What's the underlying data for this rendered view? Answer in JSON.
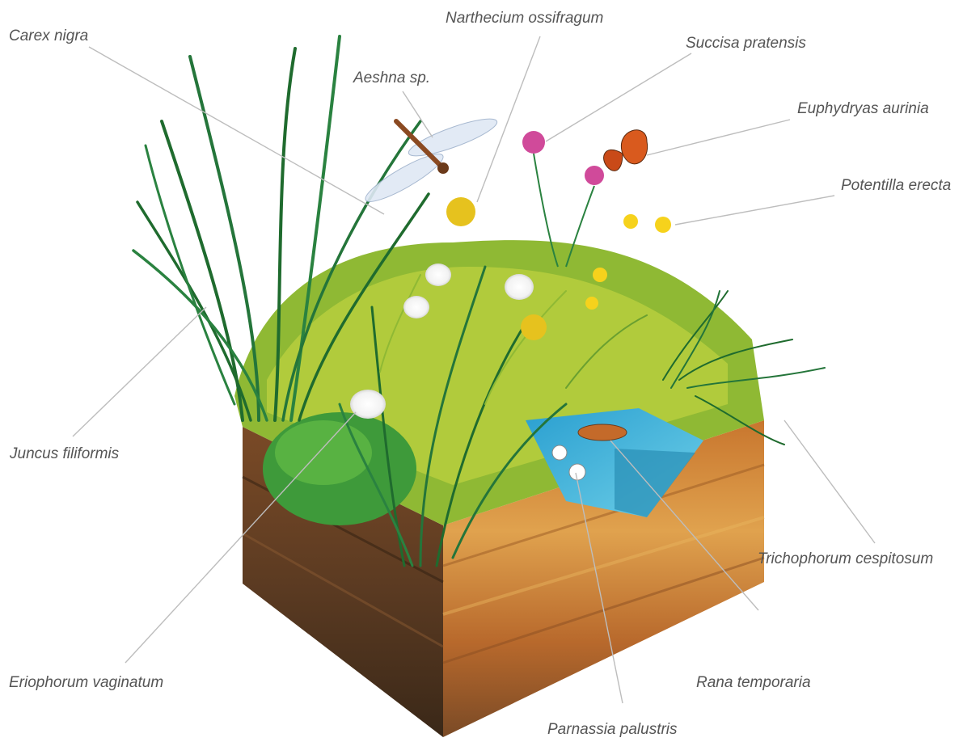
{
  "colors": {
    "label_text": "#555555",
    "leader_line": "#bdbdbd",
    "soil_light": "#d98a3a",
    "soil_dark": "#6b4a2b",
    "grass_light": "#a8c83a",
    "grass_dark": "#1f6b2e",
    "water": "#3fb4d8",
    "moss": "#3e9a3a"
  },
  "labels": {
    "carex_nigra": "Carex nigra",
    "narthecium_ossifragum": "Narthecium ossifragum",
    "succisa_pratensis": "Succisa pratensis",
    "aeshna_sp": "Aeshna sp.",
    "euphydryas_aurinia": "Euphydryas aurinia",
    "potentilla_erecta": "Potentilla erecta",
    "juncus_filiformis": "Juncus filiformis",
    "trichophorum_cespitosum": "Trichophorum cespitosum",
    "eriophorum_vaginatum": "Eriophorum vaginatum",
    "rana_temporaria": "Rana temporaria",
    "parnassia_palustris": "Parnassia palustris"
  }
}
